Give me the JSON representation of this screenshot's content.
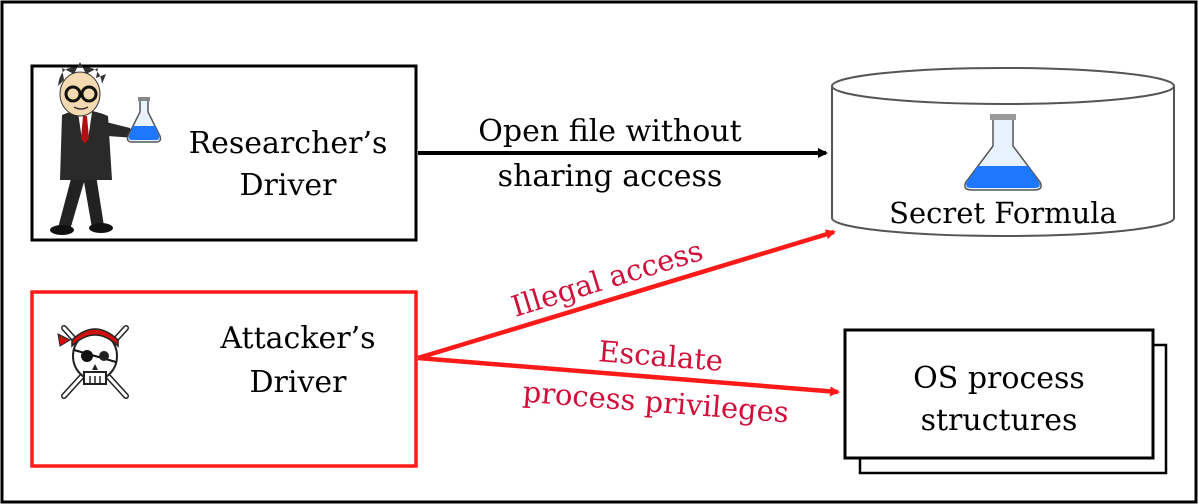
{
  "diagram": {
    "researcher_driver": {
      "line1": "Researcher’s",
      "line2": "Driver"
    },
    "attacker_driver": {
      "line1": "Attacker’s",
      "line2": "Driver"
    },
    "secret_store": {
      "label": "Secret Formula"
    },
    "os_structures": {
      "line1": "OS process",
      "line2": "structures"
    },
    "edges": {
      "open_file": {
        "line1": "Open file without",
        "line2": "sharing access"
      },
      "illegal_access": {
        "label": "Illegal access"
      },
      "escalate": {
        "line1": "Escalate",
        "line2": "process privileges"
      }
    },
    "colors": {
      "normal": "#000000",
      "attack": "#ff1a1a",
      "attack_text": "#d0103a",
      "flask_liquid": "#1e78ff"
    },
    "icons": [
      "scientist-icon",
      "flask-icon",
      "pirate-skull-icon"
    ]
  }
}
